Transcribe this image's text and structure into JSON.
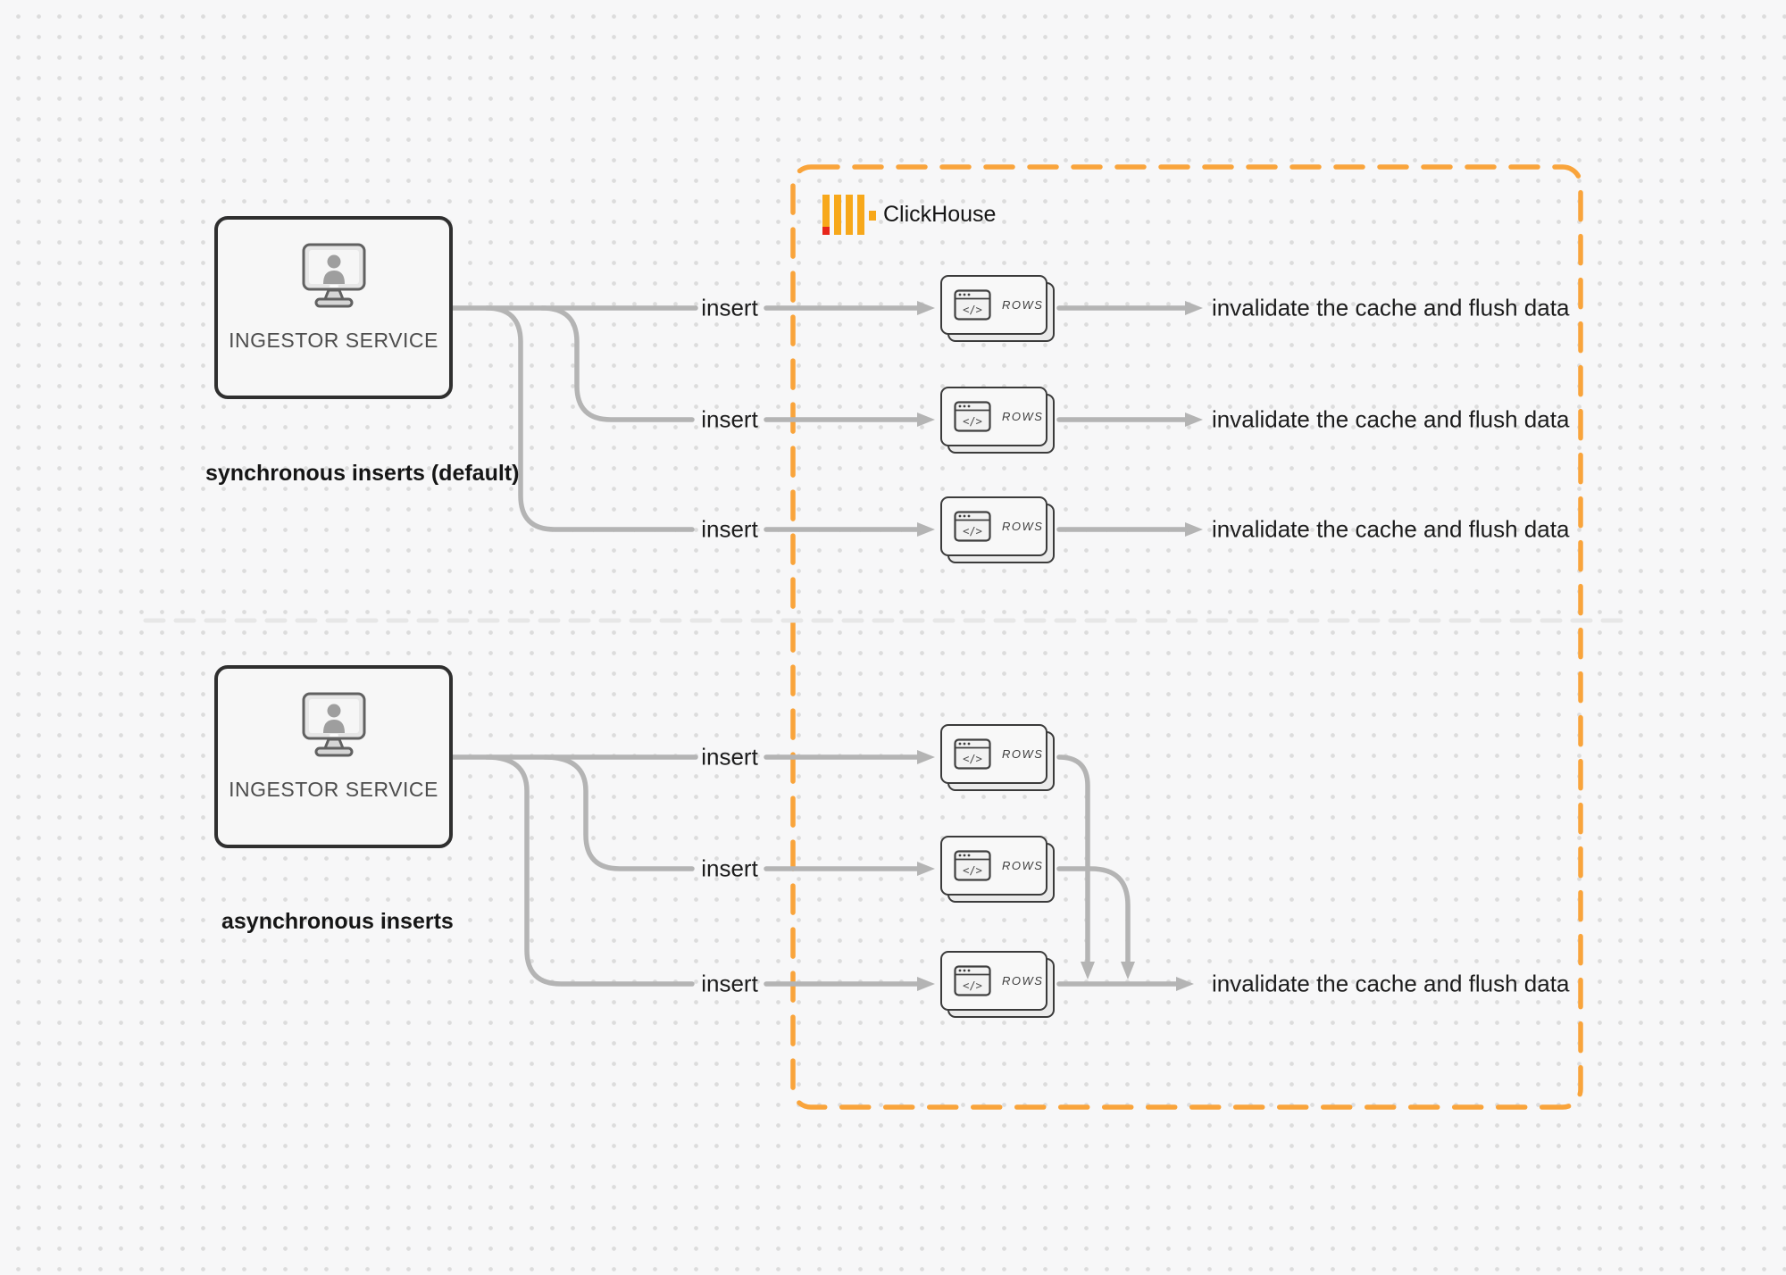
{
  "diagram": {
    "clickhouse_label": "ClickHouse",
    "insert_label": "insert",
    "invalidate_label": "invalidate the cache and flush data",
    "rows_label": "ROWS",
    "ingestor_label": "INGESTOR SERVICE",
    "sync_caption": "synchronous inserts (default)",
    "async_caption": "asynchronous inserts",
    "code_glyph": "</>"
  },
  "colors": {
    "accent_orange": "#F9A43B",
    "logo_yellow": "#F7A81B",
    "logo_red": "#E8251A",
    "connector_gray": "#b4b4b4",
    "box_border": "#2f2f2f",
    "divider_gray": "#e7e7e7",
    "text_dark": "#1d1d1d"
  }
}
